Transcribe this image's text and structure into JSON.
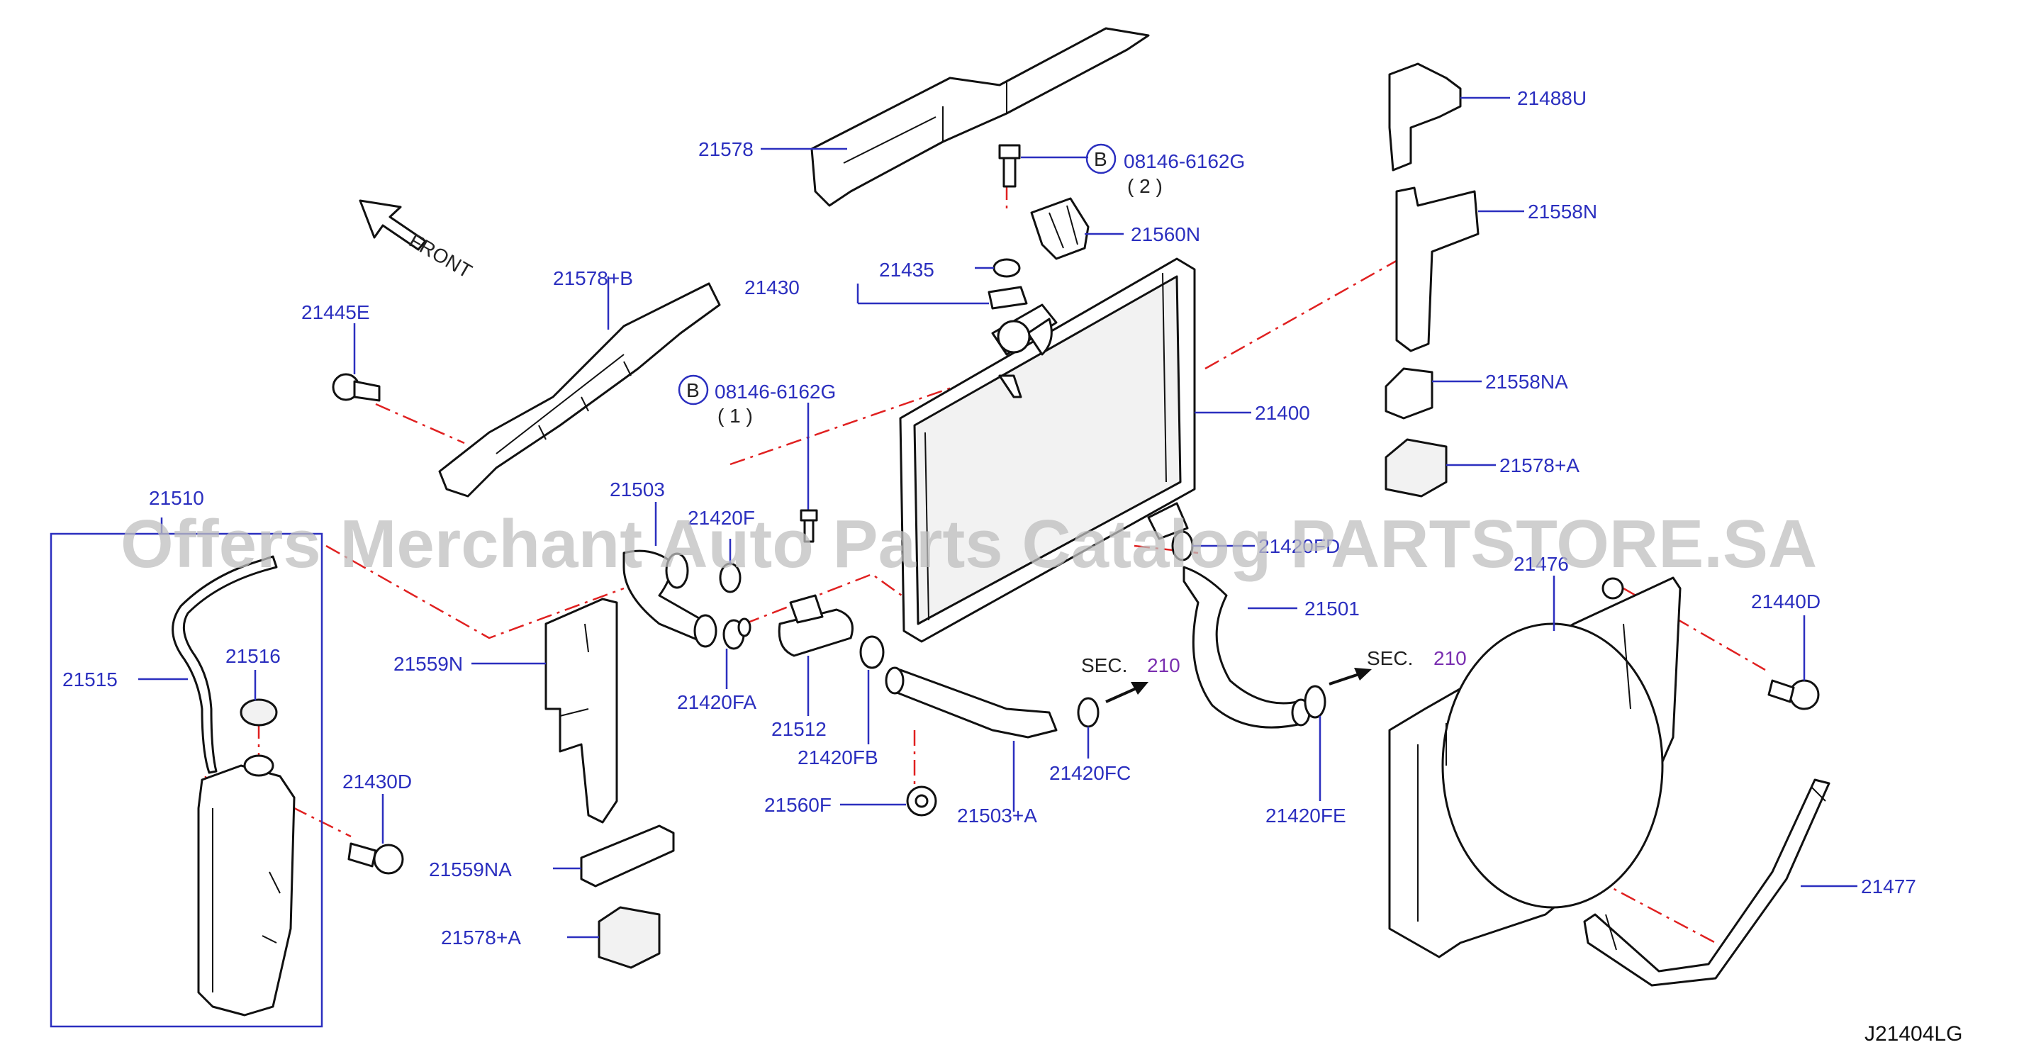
{
  "labels": {
    "p21578": "21578",
    "p08146_2": "08146-6162G",
    "p08146_2q": "( 2 )",
    "b_top": "B",
    "p21560N": "21560N",
    "p21435": "21435",
    "p21430": "21430",
    "p21578B": "21578+B",
    "p21445E": "21445E",
    "b_mid": "B",
    "p08146_1": "08146-6162G",
    "p08146_1q": "( 1 )",
    "p21510": "21510",
    "p21503": "21503",
    "p21420F": "21420F",
    "p21400": "21400",
    "p21420F_b": "21420FD",
    "p21488U": "21488U",
    "p21558N": "21558N",
    "p21558NA": "21558NA",
    "p21578A_r": "21578+A",
    "p21476": "21476",
    "p21440D": "21440D",
    "p21501": "21501",
    "sec_left": "SEC.",
    "sec_left_n": "210",
    "sec_right": "SEC.",
    "sec_right_n": "210",
    "p21515": "21515",
    "p21516": "21516",
    "p21559N": "21559N",
    "p21420FA": "21420FA",
    "p21512": "21512",
    "p21420FB": "21420FB",
    "p21420FC": "21420FC",
    "p21420FE": "21420FE",
    "p21430D": "21430D",
    "p21560F": "21560F",
    "p21503A": "21503+A",
    "p21559NA": "21559NA",
    "p21578A_l": "21578+A",
    "p21477": "21477",
    "front": "FRONT",
    "diagram_code": "J21404LG"
  },
  "watermark": "Offers Merchant Auto Parts Catalog PARTSTORE.SA",
  "colors": {
    "label_blue": "#2b2fbf",
    "center_line_red": "#e02020",
    "section_purple": "#7a2fb0"
  }
}
